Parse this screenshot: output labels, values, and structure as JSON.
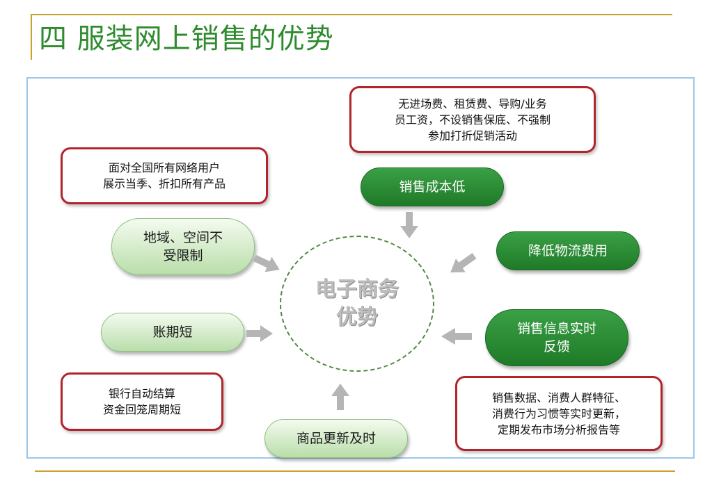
{
  "title": "四  服装网上销售的优势",
  "center": "电子商务\n优势",
  "nodes": {
    "cost_low": "销售成本低",
    "logistics": "降低物流费用",
    "feedback": "销售信息实时\n反馈",
    "product_update": "商品更新及时",
    "short_period": "账期短",
    "no_region_limit": "地域、空间不\n受限制"
  },
  "notes": {
    "cost": "无进场费、租赁费、导购/业务\n员工资，不设销售保底、不强制\n参加打折促销活动",
    "users": "面对全国所有网络用户\n展示当季、折扣所有产品",
    "bank": "银行自动结算\n资金回笼周期短",
    "data": "销售数据、消费人群特征、\n消费行为习惯等实时更新，\n定期发布市场分析报告等"
  },
  "colors": {
    "title": "#2e8b2e",
    "dark_node": "#2a8f34",
    "light_node": "#cfe8c2",
    "note_border": "#b2242b",
    "frame": "#9cc8e8",
    "rule": "#c9a227",
    "arrow": "#b5b5b5"
  },
  "icons": [
    "arrow-down-icon",
    "arrow-left-down-icon",
    "arrow-left-icon",
    "arrow-up-icon",
    "arrow-right-icon",
    "arrow-right-down-icon"
  ]
}
